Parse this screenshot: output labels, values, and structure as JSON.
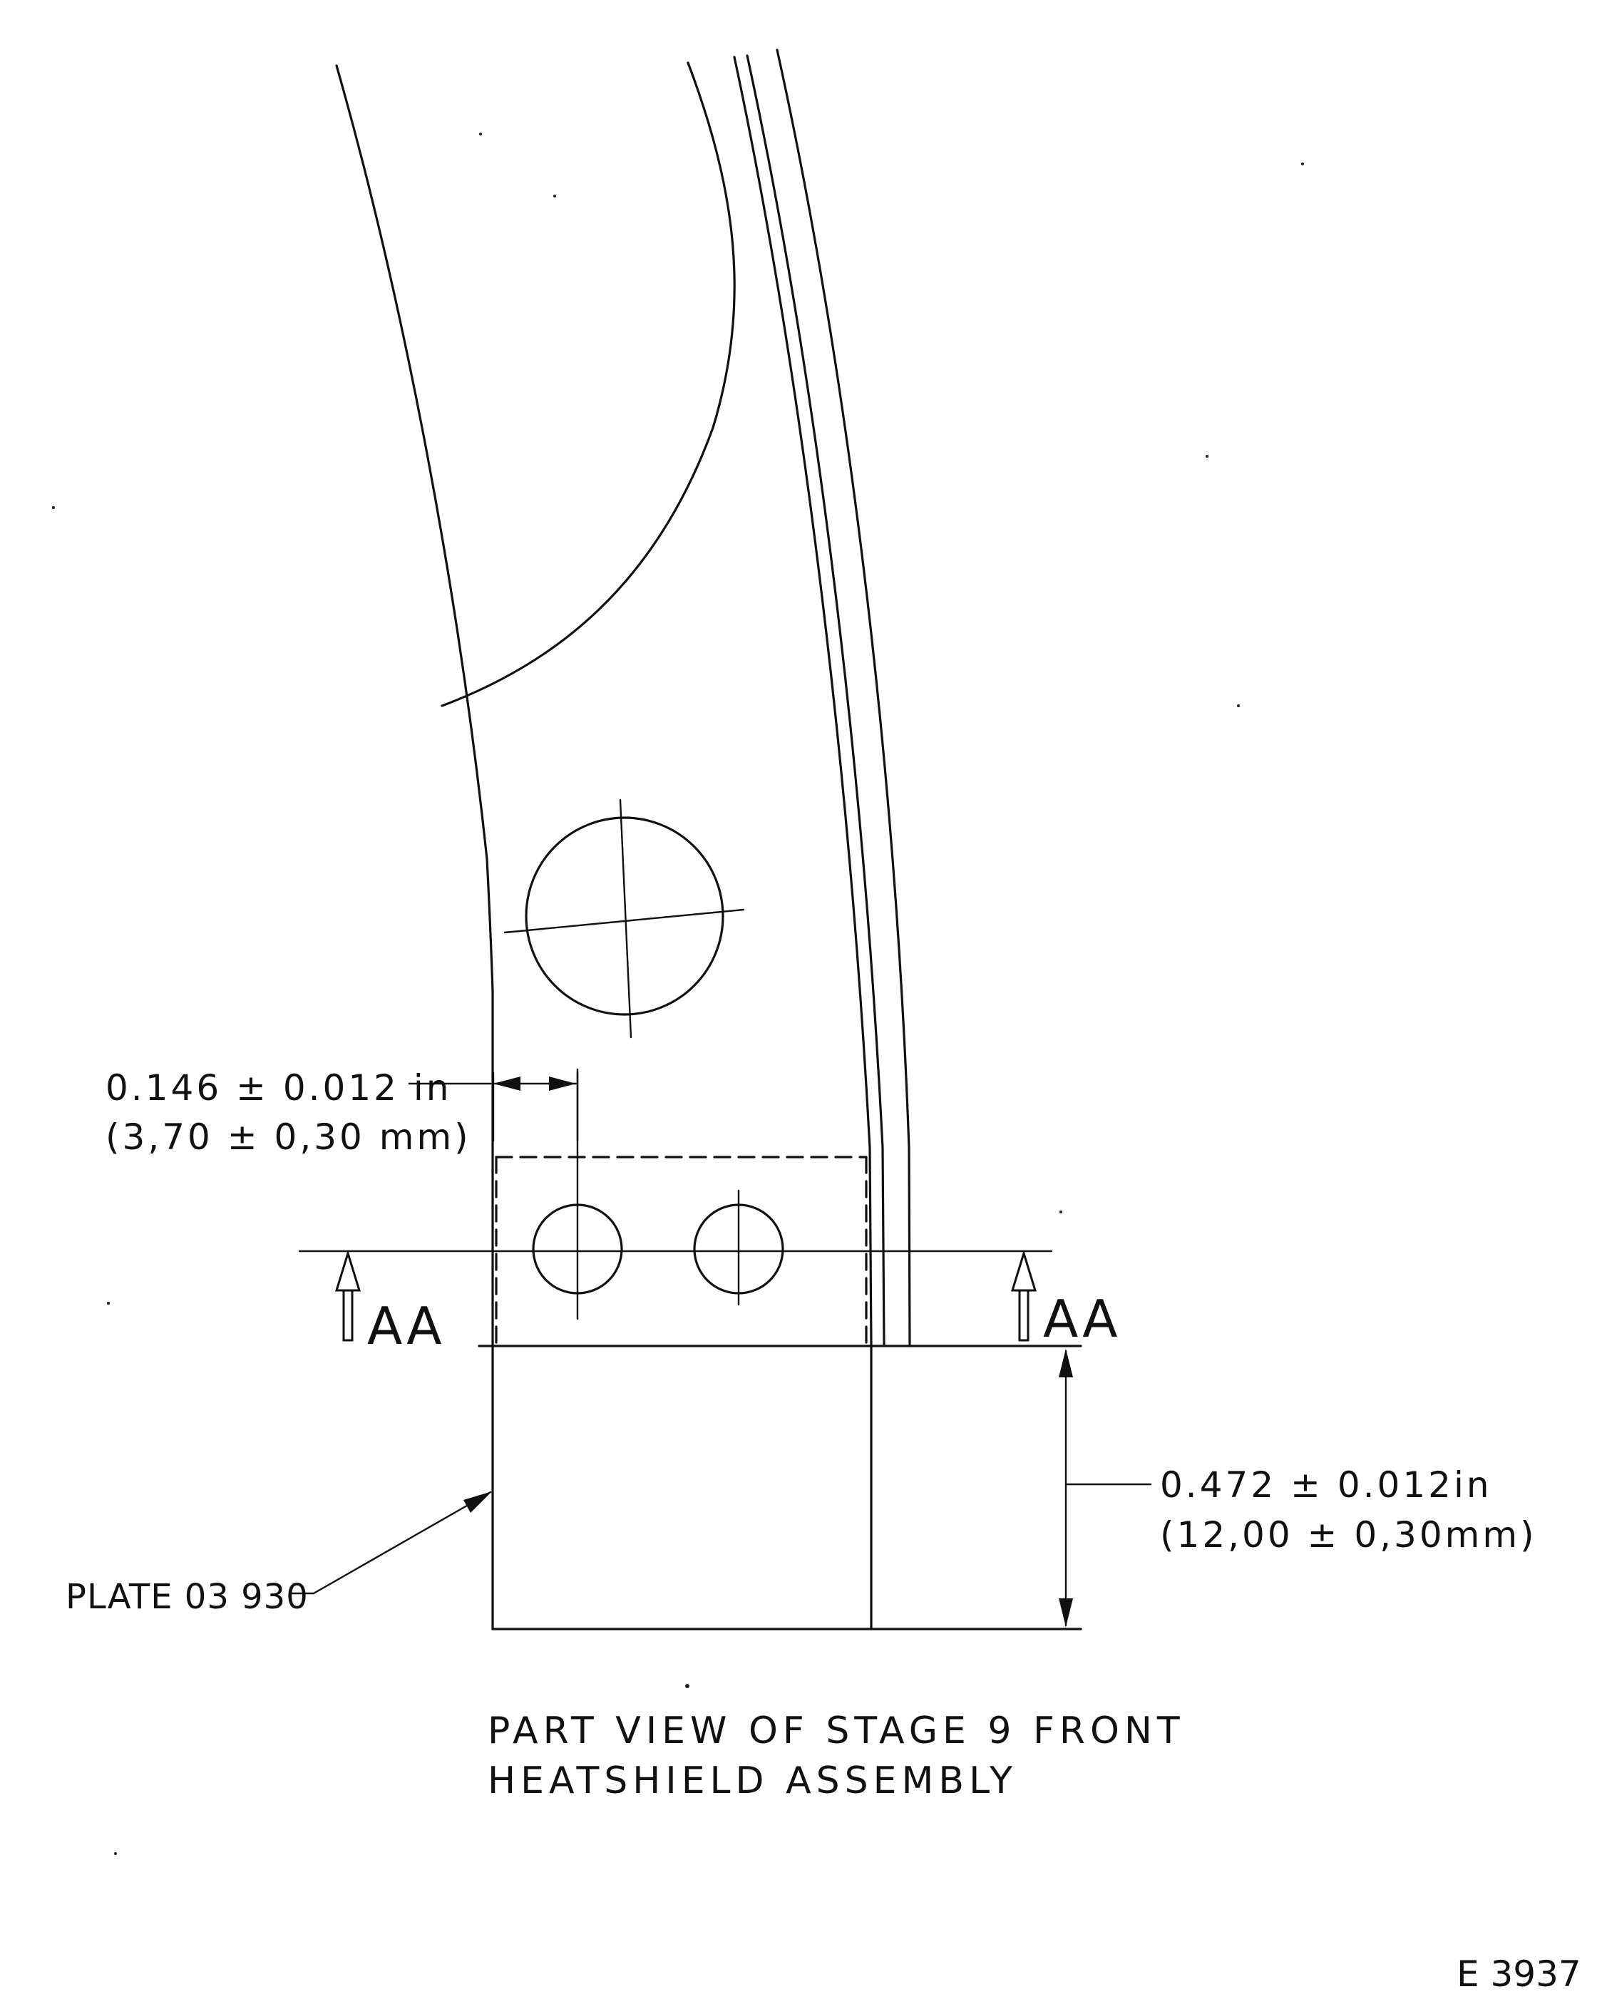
{
  "drawing": {
    "caption_line1": "PART  VIEW  OF  STAGE 9  FRONT",
    "caption_line2": "HEATSHIELD  ASSEMBLY",
    "figure_id": "E 3937",
    "section_marker_left": "AA",
    "section_marker_right": "AA",
    "dimension_upper_in": "0.146 ± 0.012 in",
    "dimension_upper_mm": "(3,70 ± 0,30 mm)",
    "dimension_lower_in": "0.472 ± 0.012in",
    "dimension_lower_mm": "(12,00 ± 0,30mm)",
    "part_label": "PLATE  03 930"
  }
}
